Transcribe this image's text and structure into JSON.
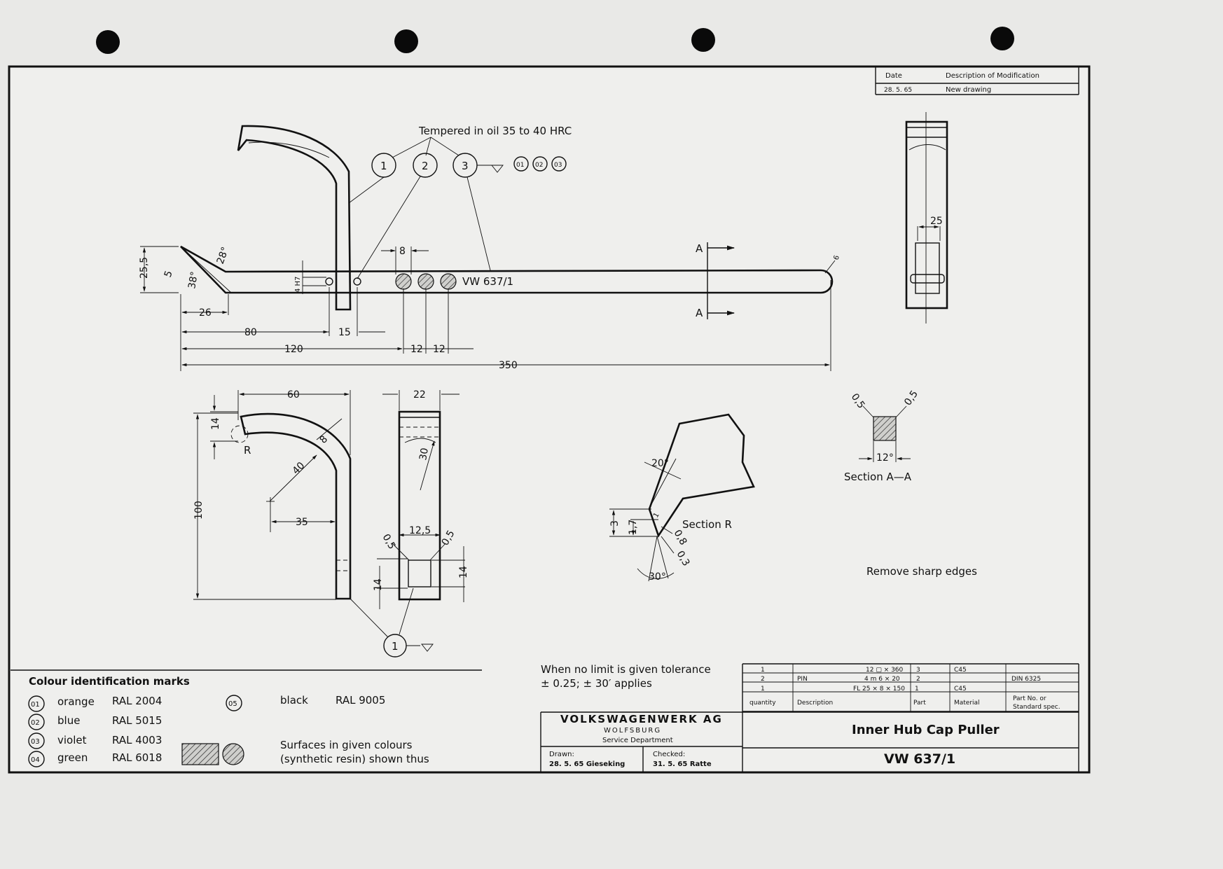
{
  "revision_table": {
    "col_date": "Date",
    "col_desc": "Description of Modification",
    "date": "28. 5. 65",
    "desc": "New drawing"
  },
  "notes": {
    "tempered": "Tempered in oil 35 to 40 HRC",
    "remove_edges": "Remove sharp edges",
    "tolerance_line1": "When no limit is given tolerance",
    "tolerance_line2": "± 0.25; ± 30′ applies",
    "part_marking": "VW 637/1"
  },
  "callouts": [
    "1",
    "2",
    "3"
  ],
  "colour_marks_top": [
    "01",
    "02",
    "03"
  ],
  "section_labels": {
    "A": "A",
    "section_aa": "Section A—A",
    "section_r": "Section R",
    "radius": "R"
  },
  "dimensions": {
    "d255": "25,5",
    "d5": "5",
    "d38": "38°",
    "d28": "28°",
    "d4h7": "4 H7",
    "d26": "26",
    "d80": "80",
    "d15": "15",
    "d120": "120",
    "d12a": "12",
    "d12b": "12",
    "d350": "350",
    "d8": "8",
    "d6": "6",
    "d25": "25",
    "d60": "60",
    "d14": "14",
    "d8b": "8",
    "d40": "40",
    "d100": "100",
    "d35": "35",
    "d22": "22",
    "d30": "30",
    "d125": "12,5",
    "d05a": "0,5",
    "d05b": "0,5",
    "d14b": "14",
    "d14c": "14",
    "d20deg": "20°",
    "d3": "3",
    "d17": "1,7",
    "d1": "1",
    "d08": "0,8",
    "d03": "0,3",
    "d30deg": "30°",
    "d05c": "0,5",
    "d05d": "0,5",
    "d12deg": "12°"
  },
  "colour_legend": {
    "title": "Colour identification marks",
    "items": [
      {
        "num": "01",
        "name": "orange",
        "ral": "RAL 2004"
      },
      {
        "num": "02",
        "name": "blue",
        "ral": "RAL 5015"
      },
      {
        "num": "03",
        "name": "violet",
        "ral": "RAL 4003"
      },
      {
        "num": "04",
        "name": "green",
        "ral": "RAL 6018"
      },
      {
        "num": "05",
        "name": "black",
        "ral": "RAL 9005"
      }
    ],
    "surfaces_line1": "Surfaces in given colours",
    "surfaces_line2": "(synthetic resin) shown thus"
  },
  "parts_list": {
    "rows": [
      {
        "qty": "1",
        "desc": "",
        "size": "12 ▢ × 360",
        "part": "3",
        "material": "C45",
        "std": ""
      },
      {
        "qty": "2",
        "desc": "PIN",
        "size": "4 m 6 × 20",
        "part": "2",
        "material": "",
        "std": "DIN 6325"
      },
      {
        "qty": "1",
        "desc": "",
        "size": "FL 25 × 8 × 150",
        "part": "1",
        "material": "C45",
        "std": ""
      }
    ],
    "headers": {
      "qty": "quantity",
      "desc": "Description",
      "part": "Part",
      "material": "Material",
      "std1": "Part No. or",
      "std2": "Standard spec."
    }
  },
  "title_block": {
    "company": "VOLKSWAGENWERK AG",
    "city": "WOLFSBURG",
    "dept": "Service Department",
    "drawn_label": "Drawn:",
    "drawn_value": "28. 5. 65 Gieseking",
    "checked_label": "Checked:",
    "checked_value": "31. 5. 65 Ratte",
    "title": "Inner Hub Cap Puller",
    "number": "VW 637/1"
  }
}
